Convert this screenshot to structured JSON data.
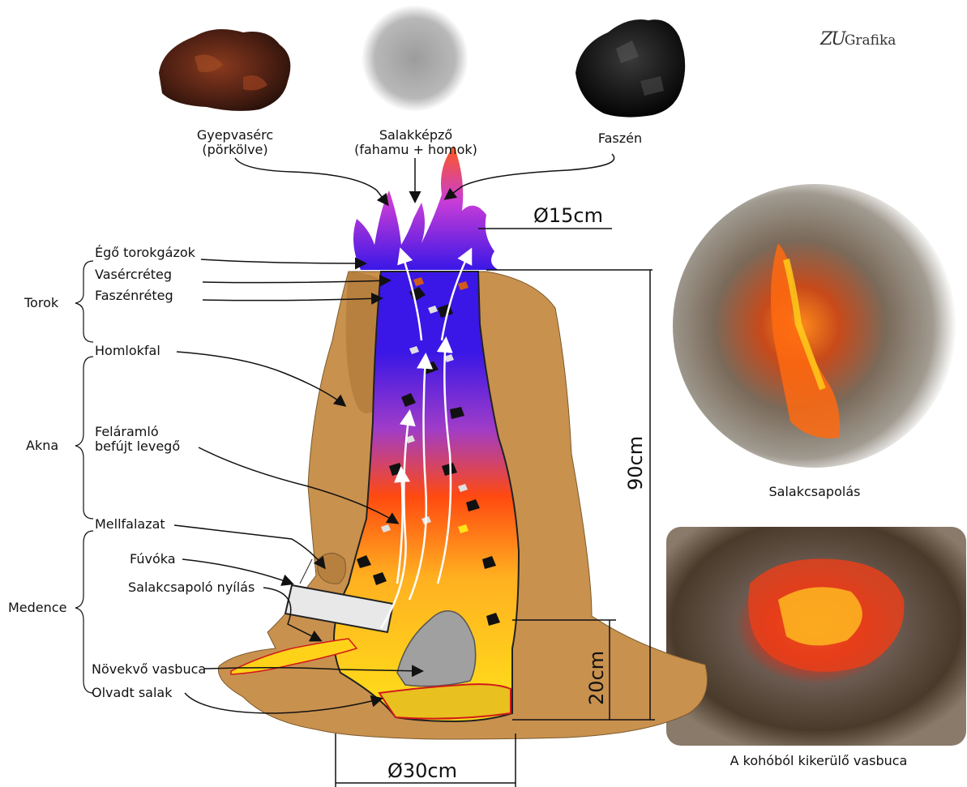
{
  "logo": {
    "mark": "ZU",
    "text": "Grafika"
  },
  "inputs": {
    "ore": {
      "title": "Gyepvasérc",
      "note": "(pörkölve)"
    },
    "flux": {
      "title": "Salakképző",
      "note": "(fahamu + homok)"
    },
    "charcoal": {
      "title": "Faszén"
    }
  },
  "dimensions": {
    "top_diameter": "Ø15cm",
    "bottom_diameter": "Ø30cm",
    "height": "90cm",
    "hearth_height": "20cm"
  },
  "zones": {
    "top": "Torok",
    "shaft": "Akna",
    "hearth": "Medence"
  },
  "parts": {
    "gases": "Égő torokgázok",
    "ore_layer": "Vasércréteg",
    "charcoal_layer": "Faszénréteg",
    "front_wall": "Homlokfal",
    "air_line1": "Feláramló",
    "air_line2": "befújt levegő",
    "breast_wall": "Mellfalazat",
    "tuyere": "Fúvóka",
    "slag_hole": "Salakcsapoló nyílás",
    "bloom": "Növekvő vasbuca",
    "slag": "Olvadt salak"
  },
  "photos": {
    "tapping": "Salakcsapolás",
    "bloom": "A kohóból kikerülő vasbuca"
  },
  "colors": {
    "clay": "#c9914e",
    "flame_blue": "#3a17e6",
    "flame_orange": "#ff6a1a",
    "flame_yellow": "#ffd21a"
  }
}
